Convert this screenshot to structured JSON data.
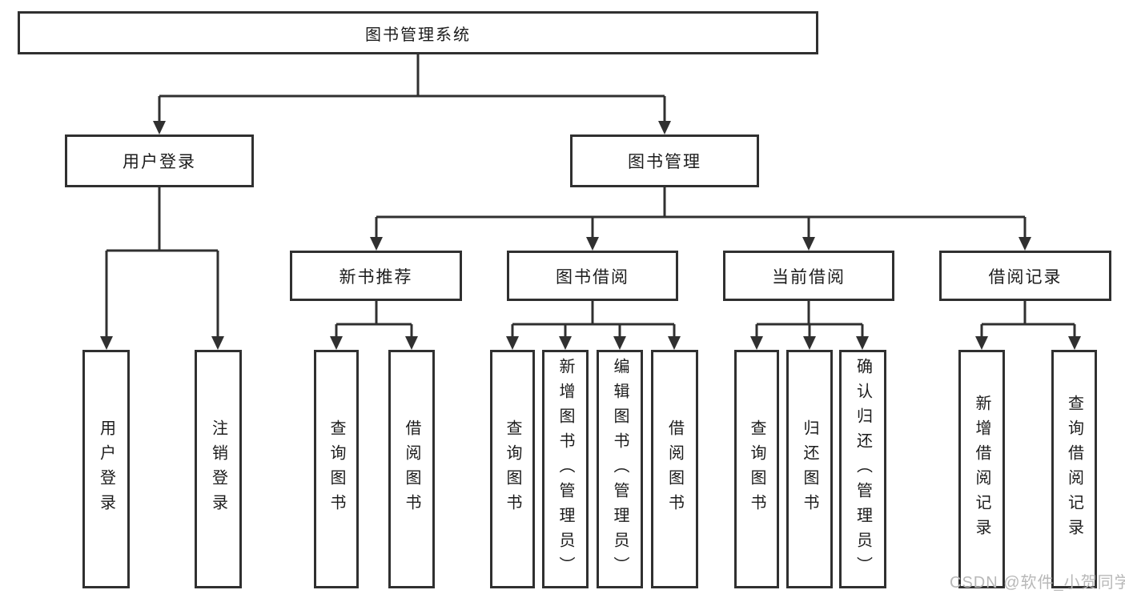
{
  "diagram": {
    "root": "图书管理系统",
    "level2": [
      "用户登录",
      "图书管理"
    ],
    "level3": [
      "新书推荐",
      "图书借阅",
      "当前借阅",
      "借阅记录"
    ],
    "leaves": {
      "user_login": [
        "用户登录",
        "注销登录"
      ],
      "new_book": [
        "查询图书",
        "借阅图书"
      ],
      "book_borrow": [
        "查询图书",
        "新增图书（管理员）",
        "编辑图书（管理员）",
        "借阅图书"
      ],
      "current_borrow": [
        "查询图书",
        "归还图书",
        "确认归还（管理员）"
      ],
      "borrow_record": [
        "新增借阅记录",
        "查询借阅记录"
      ]
    }
  },
  "watermark": {
    "text": "CSDN @软件_小贺同学"
  },
  "colors": {
    "line": "#303030",
    "text": "#1c1c1c",
    "watermark": "#b8b8b8",
    "background": "#ffffff"
  }
}
